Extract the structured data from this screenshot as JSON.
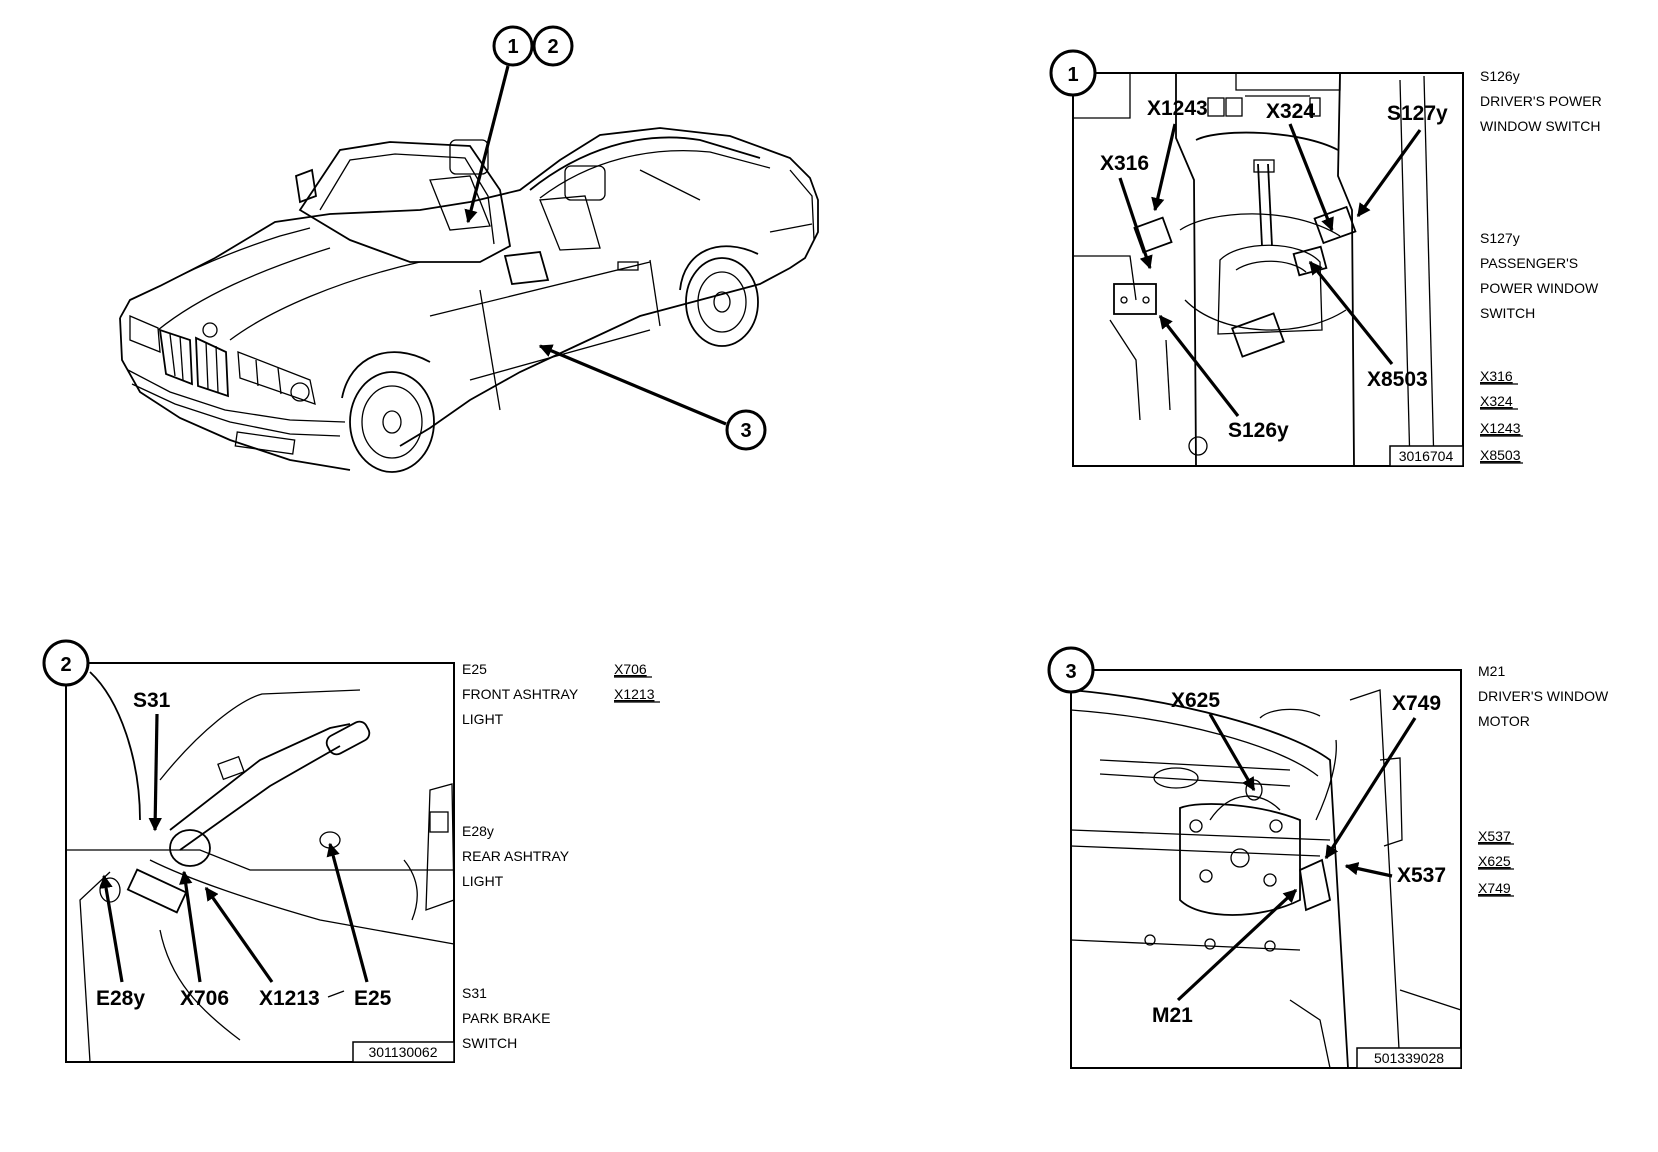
{
  "overview": {
    "callouts": [
      "1",
      "2",
      "3"
    ],
    "hood_text": "",
    "grille_badge": ""
  },
  "panel1": {
    "number": "1",
    "labels": {
      "x1243": "X1243",
      "x324": "X324",
      "s127y": "S127y",
      "x316": "X316",
      "x8503": "X8503",
      "s126y": "S126y"
    },
    "code": "3016704",
    "legend": [
      {
        "id": "S126y",
        "lines": [
          "S126y",
          "DRIVER'S POWER",
          "WINDOW SWITCH"
        ]
      },
      {
        "id": "S127y",
        "lines": [
          "S127y",
          "PASSENGER'S",
          "POWER WINDOW",
          "SWITCH"
        ]
      }
    ],
    "connectors": [
      "X316",
      "X324",
      "X1243",
      "X8503"
    ]
  },
  "panel2": {
    "number": "2",
    "labels": {
      "s31": "S31",
      "e28y": "E28y",
      "x706": "X706",
      "x1213": "X1213",
      "e25": "E25"
    },
    "code": "301130062",
    "legend": [
      {
        "id": "E25",
        "lines": [
          "E25",
          "FRONT ASHTRAY",
          "LIGHT"
        ]
      },
      {
        "id": "E28y",
        "lines": [
          "E28y",
          "REAR ASHTRAY",
          "LIGHT"
        ]
      },
      {
        "id": "S31",
        "lines": [
          "S31",
          "PARK BRAKE",
          "SWITCH"
        ]
      }
    ],
    "connectors": [
      "X706",
      "X1213"
    ]
  },
  "panel3": {
    "number": "3",
    "labels": {
      "x625": "X625",
      "x749": "X749",
      "x537": "X537",
      "m21": "M21"
    },
    "code": "501339028",
    "legend": [
      {
        "id": "M21",
        "lines": [
          "M21",
          "DRIVER'S WINDOW",
          "MOTOR"
        ]
      }
    ],
    "connectors": [
      "X537",
      "X625",
      "X749"
    ]
  },
  "colors": {
    "ink": "#000000",
    "paper": "#ffffff"
  }
}
